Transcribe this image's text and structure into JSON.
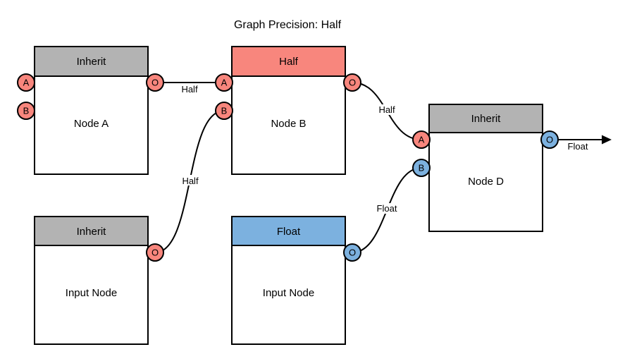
{
  "title": "Graph Precision: Half",
  "colors": {
    "half": "#F8867D",
    "float": "#7CB1DF",
    "inherit": "#B3B3B3"
  },
  "nodes": {
    "node_a": {
      "header": "Inherit",
      "label": "Node A",
      "ports": {
        "a": "A",
        "b": "B",
        "o": "O"
      }
    },
    "node_b": {
      "header": "Half",
      "label": "Node B",
      "ports": {
        "a": "A",
        "b": "B",
        "o": "O"
      }
    },
    "node_d": {
      "header": "Inherit",
      "label": "Node D",
      "ports": {
        "a": "A",
        "b": "B",
        "o": "O"
      }
    },
    "input_left": {
      "header": "Inherit",
      "label": "Input Node",
      "ports": {
        "o": "O"
      }
    },
    "input_mid": {
      "header": "Float",
      "label": "Input Node",
      "ports": {
        "o": "O"
      }
    }
  },
  "edges": {
    "a_out_to_b_a": {
      "label": "Half"
    },
    "input_left_to_b_b": {
      "label": "Half"
    },
    "b_out_to_d_a": {
      "label": "Half"
    },
    "input_mid_to_d_b": {
      "label": "Float"
    },
    "d_output": {
      "label": "Float"
    }
  }
}
